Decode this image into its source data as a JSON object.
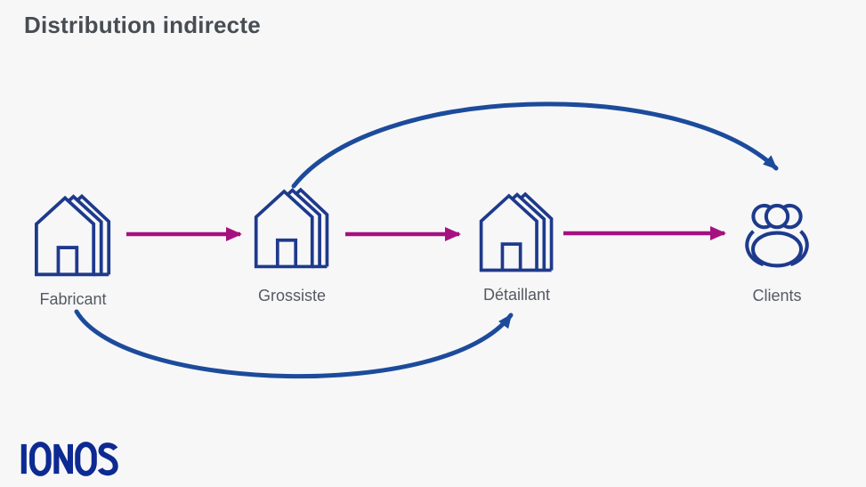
{
  "title": "Distribution indirecte",
  "brand": {
    "logo_text": "IONOS"
  },
  "colors": {
    "background": "#f7f7f8",
    "title_text": "#474d52",
    "label_text": "#555a61",
    "icon_blue": "#1e3a8c",
    "arc_blue": "#1c4b9b",
    "arrow_magenta": "#a5117f",
    "logo_blue": "#0d2a92"
  },
  "diagram": {
    "nodes": [
      {
        "id": "fabricant",
        "label": "Fabricant",
        "icon": "house-icon"
      },
      {
        "id": "grossiste",
        "label": "Grossiste",
        "icon": "house-icon"
      },
      {
        "id": "detaillant",
        "label": "Détaillant",
        "icon": "house-icon"
      },
      {
        "id": "clients",
        "label": "Clients",
        "icon": "people-icon"
      }
    ],
    "connections": [
      {
        "from": "fabricant",
        "to": "grossiste",
        "style": "straight-arrow",
        "color": "#a5117f"
      },
      {
        "from": "grossiste",
        "to": "detaillant",
        "style": "straight-arrow",
        "color": "#a5117f"
      },
      {
        "from": "detaillant",
        "to": "clients",
        "style": "straight-arrow",
        "color": "#a5117f"
      },
      {
        "from": "grossiste",
        "to": "clients",
        "style": "arc-top",
        "color": "#1c4b9b"
      },
      {
        "from": "fabricant",
        "to": "detaillant",
        "style": "arc-bottom",
        "color": "#1c4b9b"
      }
    ]
  }
}
